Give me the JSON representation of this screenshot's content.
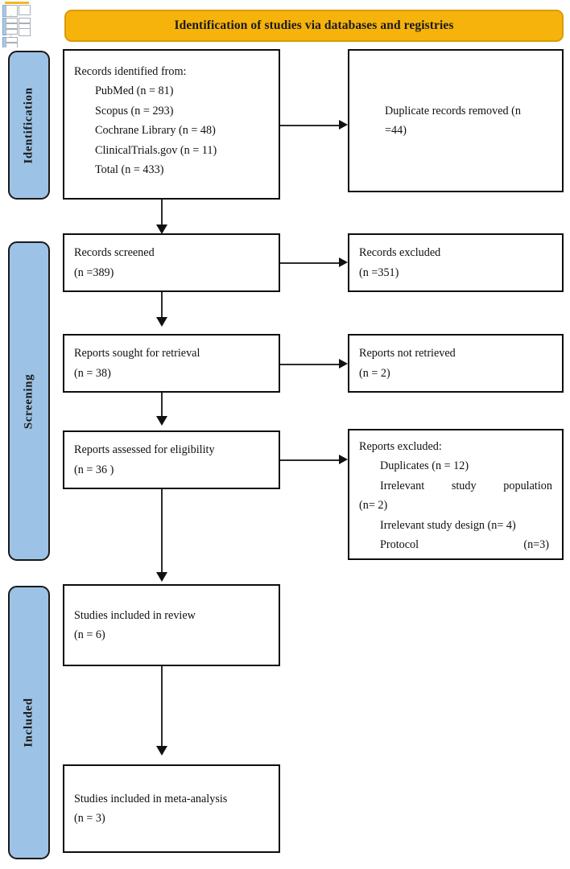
{
  "figure": {
    "type": "prisma-flow-diagram",
    "banner": {
      "label": "Identification of studies via databases and registries",
      "color": "#F5B30C"
    },
    "stages": [
      {
        "key": "identification",
        "label": "Identification",
        "color": "#9CC3E5"
      },
      {
        "key": "screening",
        "label": "Screening",
        "color": "#9CC3E5"
      },
      {
        "key": "included",
        "label": "Included",
        "color": "#9CC3E5"
      }
    ],
    "nodes": {
      "records_identified": {
        "title": "Records identified from:",
        "sources": [
          {
            "name": "PubMed",
            "count_label": "(n = 81)",
            "count": 81
          },
          {
            "name": "Scopus",
            "count_label": "(n = 293)",
            "count": 293
          },
          {
            "name": "Cochrane Library",
            "count_label": "(n = 48)",
            "count": 48
          },
          {
            "name": "ClinicalTrials.gov",
            "count_label": "(n = 11)",
            "count": 11
          },
          {
            "name": "Total",
            "count_label": "(n = 433)",
            "count": 433
          }
        ],
        "lines": [
          "Records identified from:",
          "PubMed (n = 81)",
          "Scopus (n = 293)",
          "Cochrane Library (n = 48)",
          "ClinicalTrials.gov (n = 11)",
          "Total (n = 433)"
        ]
      },
      "duplicates_removed": {
        "line1": "Duplicate records removed (n",
        "line2": "=44)",
        "count": 44
      },
      "records_screened": {
        "line1": "Records screened",
        "line2": "(n =389)",
        "count": 389
      },
      "records_excluded": {
        "line1": "Records excluded",
        "line2": "(n =351)",
        "count": 351
      },
      "reports_sought": {
        "line1": "Reports sought for retrieval",
        "line2": "(n = 38)",
        "count": 38
      },
      "reports_not_retrieved": {
        "line1": "Reports not retrieved",
        "line2": "(n = 2)",
        "count": 2
      },
      "reports_assessed": {
        "line1": "Reports assessed for eligibility",
        "line2": "(n = 36 )",
        "count": 36
      },
      "reports_excluded": {
        "title": "Reports excluded:",
        "reasons": [
          {
            "label": "Duplicates (n = 12)",
            "count": 12
          },
          {
            "label": "Irrelevant study population",
            "count": 2
          },
          {
            "label": "(n= 2)",
            "count": 2
          },
          {
            "label": "Irrelevant study design (n= 4)",
            "count": 4
          },
          {
            "label": "Protocol",
            "count_label": "(n=3)",
            "count": 3
          }
        ],
        "line_duplicates": "Duplicates (n = 12)",
        "line_population": "Irrelevant study population",
        "line_population_count": "(n= 2)",
        "line_design": "Irrelevant study design (n= 4)",
        "line_protocol": "Protocol",
        "line_protocol_count": "(n=3)"
      },
      "studies_review": {
        "line1": "Studies included in review",
        "line2": "(n = 6)",
        "count": 6
      },
      "studies_meta": {
        "line1": "Studies included in meta-analysis",
        "line2": "(n = 3)",
        "count": 3
      }
    }
  }
}
